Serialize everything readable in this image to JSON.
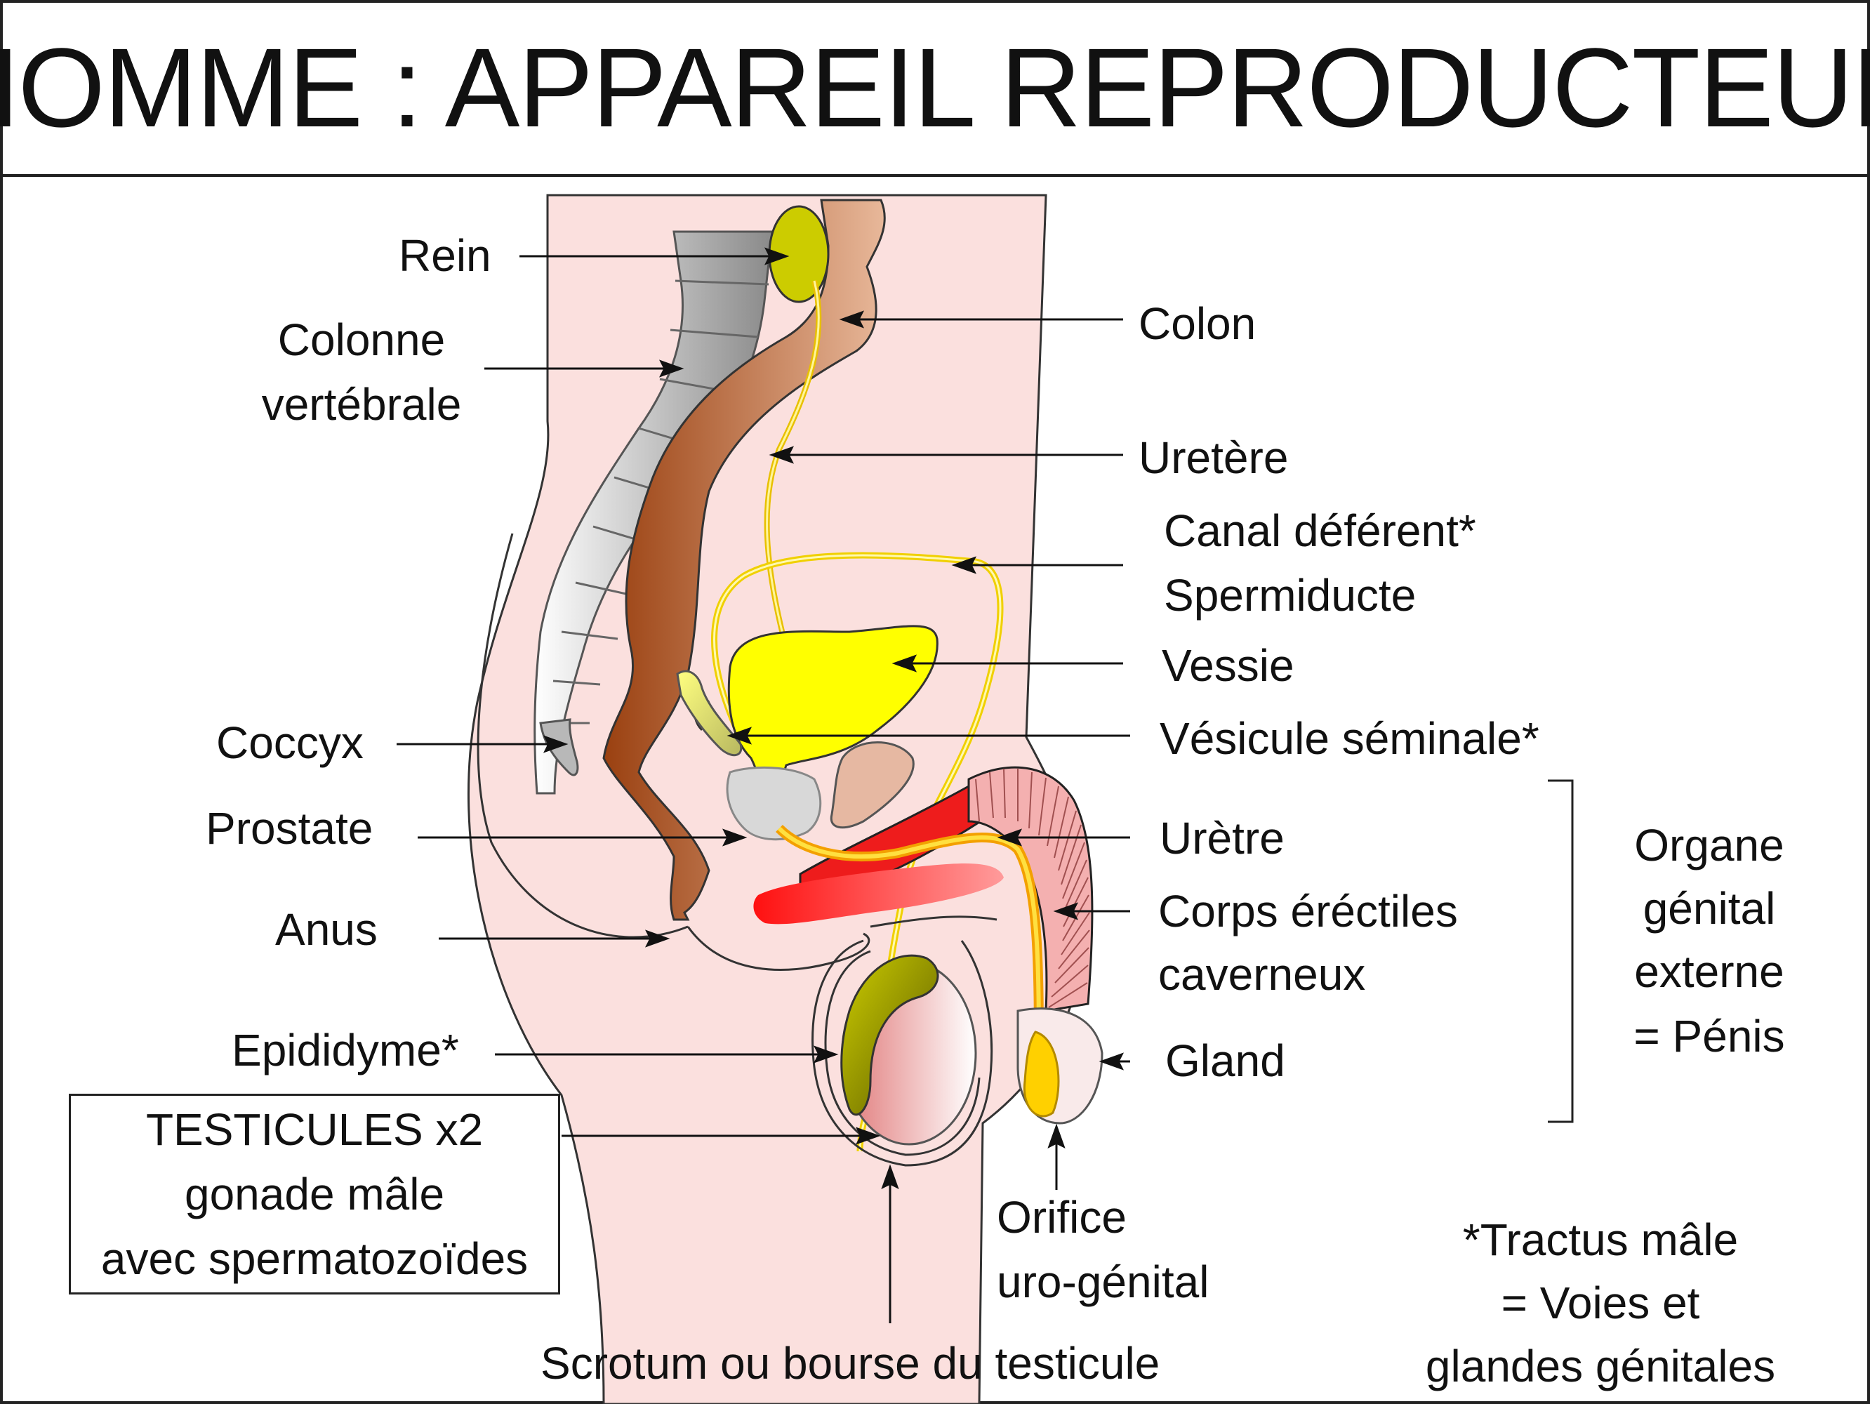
{
  "title": "HOMME : APPAREIL REPRODUCTEUR",
  "labels": {
    "rein": "Rein",
    "colonne_l1": "Colonne",
    "colonne_l2": "vertébrale",
    "colon": "Colon",
    "uretere": "Uretère",
    "canal_l1": "Canal déférent*",
    "canal_l2": "Spermiducte",
    "vessie": "Vessie",
    "vesicule": "Vésicule séminale*",
    "coccyx": "Coccyx",
    "prostate": "Prostate",
    "uretre": "Urètre",
    "anus": "Anus",
    "corps_l1": "Corps éréctiles",
    "corps_l2": "caverneux",
    "epididyme": "Epididyme*",
    "gland": "Gland",
    "orifice_l1": "Orifice",
    "orifice_l2": "uro-génital",
    "scrotum": "Scrotum ou bourse du testicule",
    "organe_l1": "Organe",
    "organe_l2": "génital",
    "organe_l3": "externe",
    "organe_l4": "= Pénis",
    "tractus_l1": "*Tractus mâle",
    "tractus_l2": "= Voies et",
    "tractus_l3": "glandes génitales"
  },
  "testicules_box": {
    "line1": "TESTICULES x2",
    "line2": "gonade mâle",
    "line3": "avec spermatozoïdes"
  },
  "colors": {
    "skin": "#fbe0de",
    "bone": "#c8c8c8",
    "colon": "#b65f30",
    "kidney": "#cccc00",
    "bladder": "#ffff00",
    "duct": "#f2e060",
    "erectile": "#ee1c1c",
    "epididymis": "#a6a600",
    "testis": "#f0b4b4"
  }
}
